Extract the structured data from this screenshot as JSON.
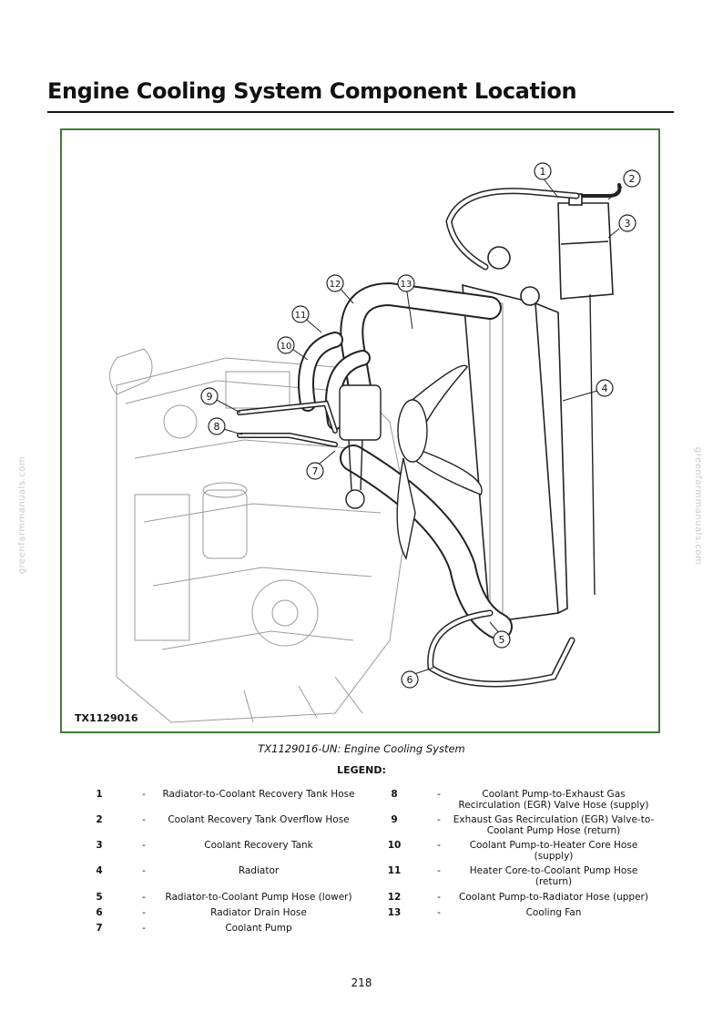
{
  "page_title": "Engine Cooling System Component Location",
  "figure_id": "TX1129016",
  "watermark": "greenfarmmanuals.com",
  "callouts": [
    "1",
    "2",
    "3",
    "4",
    "5",
    "6",
    "7",
    "8",
    "9",
    "10",
    "11",
    "12",
    "13"
  ],
  "caption": "TX1129016-UN: Engine Cooling System",
  "legend_title": "LEGEND:",
  "legend": [
    {
      "num": "1",
      "sep": "-",
      "desc": "Radiator-to-Coolant Recovery Tank Hose"
    },
    {
      "num": "2",
      "sep": "-",
      "desc": "Coolant Recovery Tank Overflow Hose"
    },
    {
      "num": "3",
      "sep": "-",
      "desc": "Coolant Recovery Tank"
    },
    {
      "num": "4",
      "sep": "-",
      "desc": "Radiator"
    },
    {
      "num": "5",
      "sep": "-",
      "desc": "Radiator-to-Coolant Pump Hose (lower)"
    },
    {
      "num": "6",
      "sep": "-",
      "desc": "Radiator Drain Hose"
    },
    {
      "num": "7",
      "sep": "-",
      "desc": "Coolant Pump"
    },
    {
      "num": "8",
      "sep": "-",
      "desc": "Coolant Pump-to-Exhaust Gas Recirculation (EGR) Valve Hose (supply)"
    },
    {
      "num": "9",
      "sep": "-",
      "desc": "Exhaust Gas Recirculation (EGR) Valve-to-Coolant Pump Hose (return)"
    },
    {
      "num": "10",
      "sep": "-",
      "desc": "Coolant Pump-to-Heater Core Hose (supply)"
    },
    {
      "num": "11",
      "sep": "-",
      "desc": "Heater Core-to-Coolant Pump Hose (return)"
    },
    {
      "num": "12",
      "sep": "-",
      "desc": "Coolant Pump-to-Radiator Hose (upper)"
    },
    {
      "num": "13",
      "sep": "-",
      "desc": "Cooling Fan"
    }
  ],
  "page_number": "218"
}
